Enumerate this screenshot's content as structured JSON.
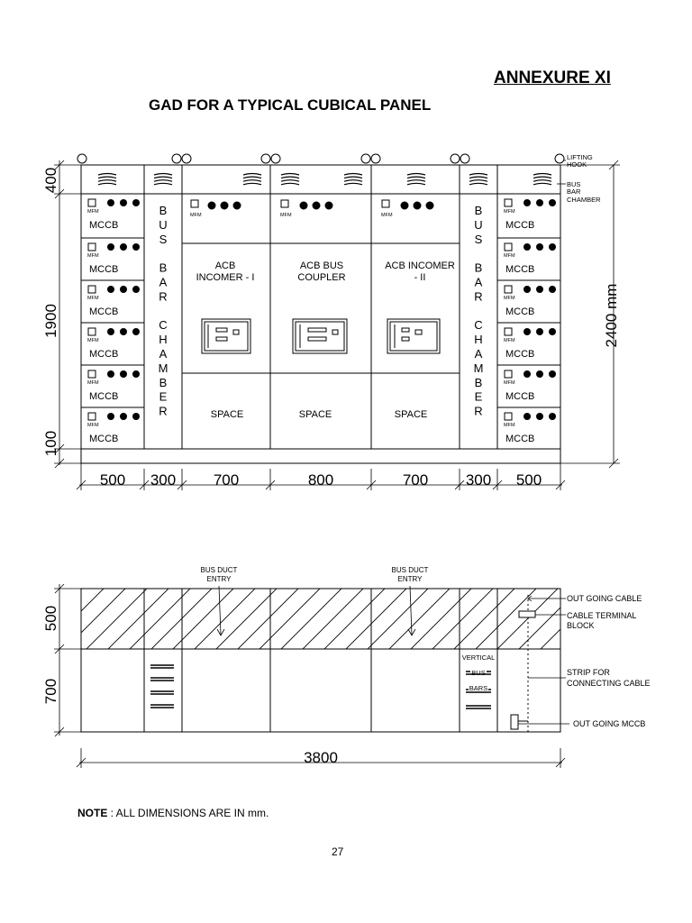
{
  "header": {
    "annexure": "ANNEXURE XI",
    "title": "GAD FOR A TYPICAL  CUBICAL PANEL"
  },
  "front_view": {
    "callouts": {
      "lifting_hook": [
        "LIFTING",
        "HOOK"
      ],
      "bus_bar_chamber": [
        "BUS",
        "BAR",
        "CHAMBER"
      ]
    },
    "left_dims": [
      "400",
      "1900",
      "100"
    ],
    "overall_height": "2400 mm",
    "bottom_dims": [
      "500",
      "300",
      "700",
      "800",
      "700",
      "300",
      "500"
    ],
    "feeder_labels": {
      "mfm": "MFM",
      "mccb": "MCCB"
    },
    "bus_bar_vertical": [
      "B",
      "U",
      "S",
      "",
      "B",
      "A",
      "R",
      "",
      "C",
      "H",
      "A",
      "M",
      "B",
      "E",
      "R"
    ],
    "sections": [
      {
        "line1": "ACB",
        "line2": "INCOMER - I"
      },
      {
        "line1": "ACB BUS",
        "line2": "COUPLER"
      },
      {
        "line1": "ACB INCOMER",
        "line2": "- II"
      }
    ],
    "space_label": "SPACE"
  },
  "plan_view": {
    "bus_duct_entry": [
      "BUS DUCT",
      "ENTRY"
    ],
    "left_dims": [
      "500",
      "700"
    ],
    "bottom_dim": "3800",
    "vertical_bus_bars": [
      "VERTICAL",
      "BUS",
      "BARS"
    ],
    "callouts": {
      "out_going_cable": "OUT GOING CABLE",
      "cable_terminal_block": [
        "CABLE TERMINAL",
        "BLOCK"
      ],
      "strip": [
        "STRIP FOR",
        "CONNECTING CABLE"
      ],
      "out_going_mccb": "OUT GOING MCCB"
    }
  },
  "note": {
    "label": "NOTE",
    "text": " :  ALL DIMENSIONS ARE IN mm."
  },
  "page_number": "27"
}
